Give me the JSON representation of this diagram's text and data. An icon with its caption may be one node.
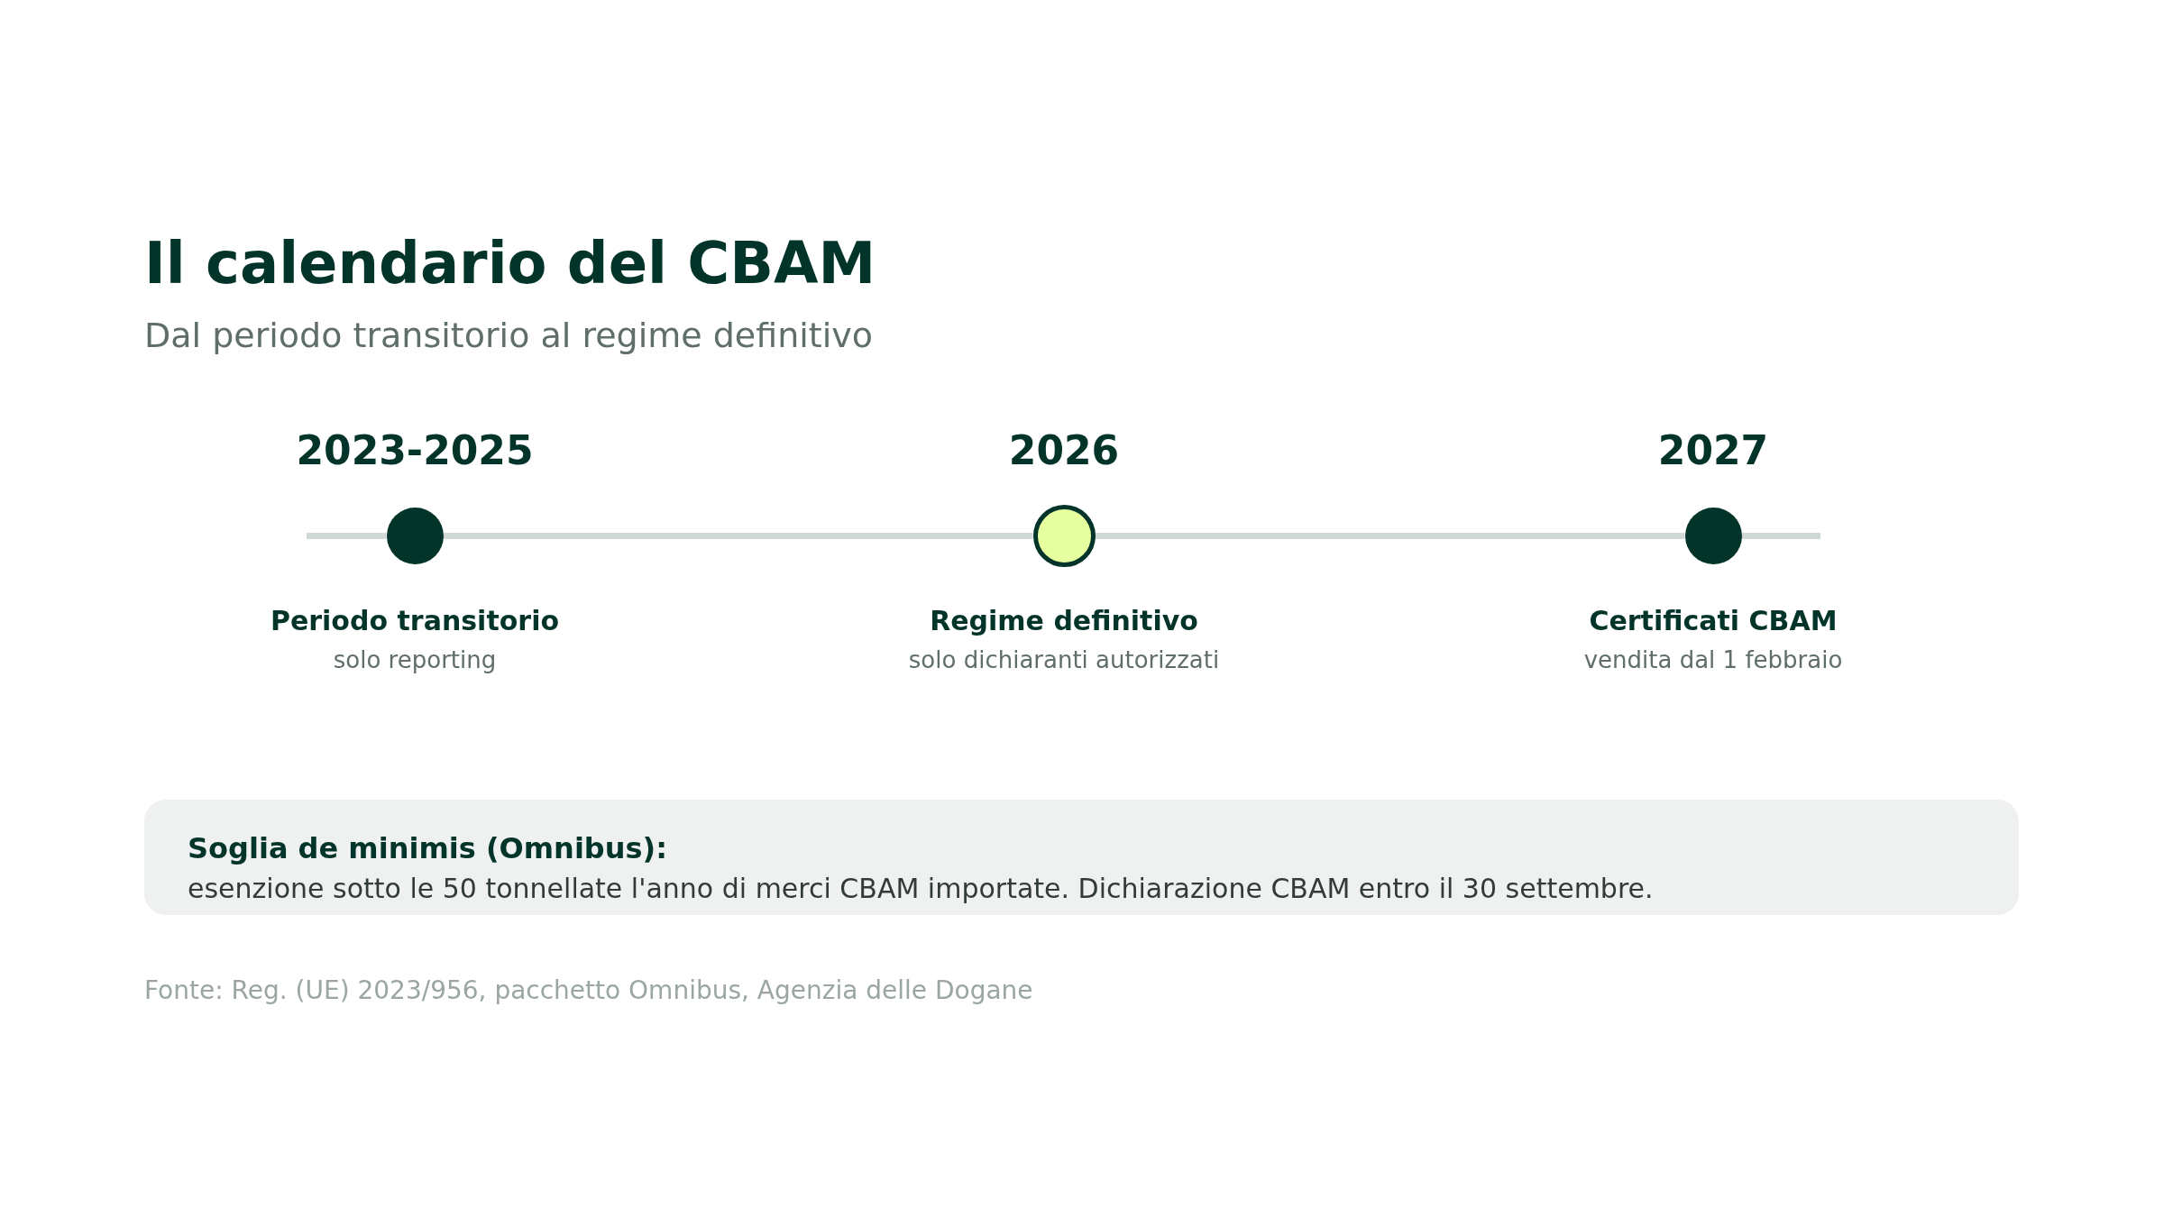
{
  "diagram": {
    "title": "Il calendario del CBAM",
    "nodes": [
      {
        "text": [
          "2023-2025"
        ],
        "beside": [
          "Periodo transitorio",
          "solo reporting"
        ]
      },
      {
        "text": [
          "2026"
        ],
        "beside": [
          "Regime definitivo",
          "solo dichiaranti autorizzati"
        ]
      },
      {
        "text": [
          "2027"
        ],
        "beside": [
          "Certificati CBAM",
          "vendita dal 1 febbraio"
        ]
      },
      {
        "text": [
          "Soglia de minimis (Omnibus):",
          "esenzione sotto le 50 tonnellate l'anno di merci CBAM importate. Dichiarazione CBAM entro il 30 settembre."
        ]
      }
    ],
    "edges": [
      {
        "from": null,
        "to": 0,
        "arrow": "none"
      },
      {
        "from": 0,
        "to": 1,
        "arrow": "none"
      },
      {
        "from": 1,
        "to": 2,
        "arrow": "none"
      },
      {
        "from": 2,
        "to": null,
        "arrow": "none"
      }
    ],
    "labels": [
      "Dal periodo transitorio al regime definitivo",
      "Fonte: Reg. (UE) 2023/956, pacchetto Omnibus, Agenzia delle Dogane"
    ]
  }
}
